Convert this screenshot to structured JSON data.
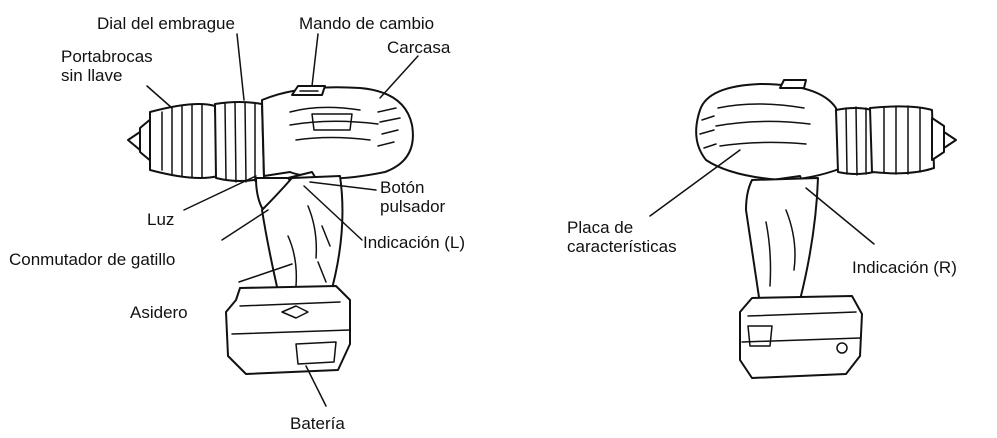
{
  "left_drill": {
    "labels": {
      "dial": "Dial del embrague",
      "mando": "Mando de cambio",
      "portabrocas": "Portabrocas\nsin llave",
      "carcasa": "Carcasa",
      "boton": "Botón\npulsador",
      "luz": "Luz",
      "indicacion_l": "Indicación (L)",
      "conmutador": "Conmutador de gatillo",
      "asidero": "Asidero",
      "bateria": "Batería"
    }
  },
  "right_drill": {
    "labels": {
      "placa": "Placa de\ncaracterísticas",
      "indicacion_r": "Indicación (R)"
    }
  }
}
